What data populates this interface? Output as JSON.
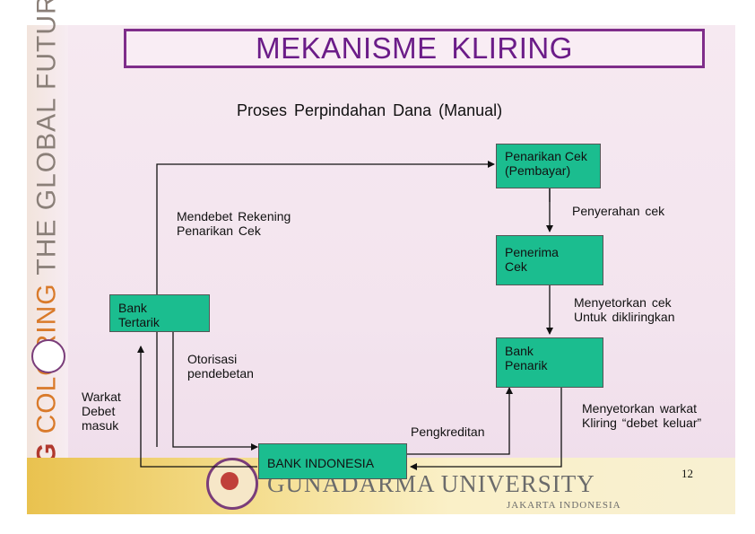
{
  "title": "MEKANISME  KLIRING",
  "subtitle": "Proses  Perpindahan  Dana  (Manual)",
  "nodes": {
    "penarik_cek": "Penarikan Cek\n(Pembayar)",
    "penerima_cek": "Penerima\nCek",
    "bank_tertarik": "Bank\nTertarik",
    "bank_penarik": "Bank\nPenarik",
    "bank_indonesia": "BANK  INDONESIA"
  },
  "labels": {
    "mendebet": "Mendebet  Rekening\nPenarikan  Cek",
    "penyerahan": "Penyerahan  cek",
    "menyetorkan_cek": "Menyetorkan  cek\nUntuk  dikliringkan",
    "otorisasi": "Otorisasi\npendebetan",
    "warkat": "Warkat\nDebet\nmasuk",
    "menyetorkan_warkat": "Menyetorkan  warkat\nKliring  “debet keluar”",
    "pengkreditan": "Pengkreditan"
  },
  "branding": {
    "side_prefix": "UG",
    "side_coloring": " COLORING",
    "side_rest": " THE GLOBAL FUTURE",
    "university": "GUNADARMA UNIVERSITY",
    "university_sub": "JAKARTA INDONESIA"
  },
  "page_number": "12",
  "colors": {
    "box_fill": "#1bbd8f",
    "title_border": "#7f2d8a",
    "title_text": "#6b1c88"
  }
}
